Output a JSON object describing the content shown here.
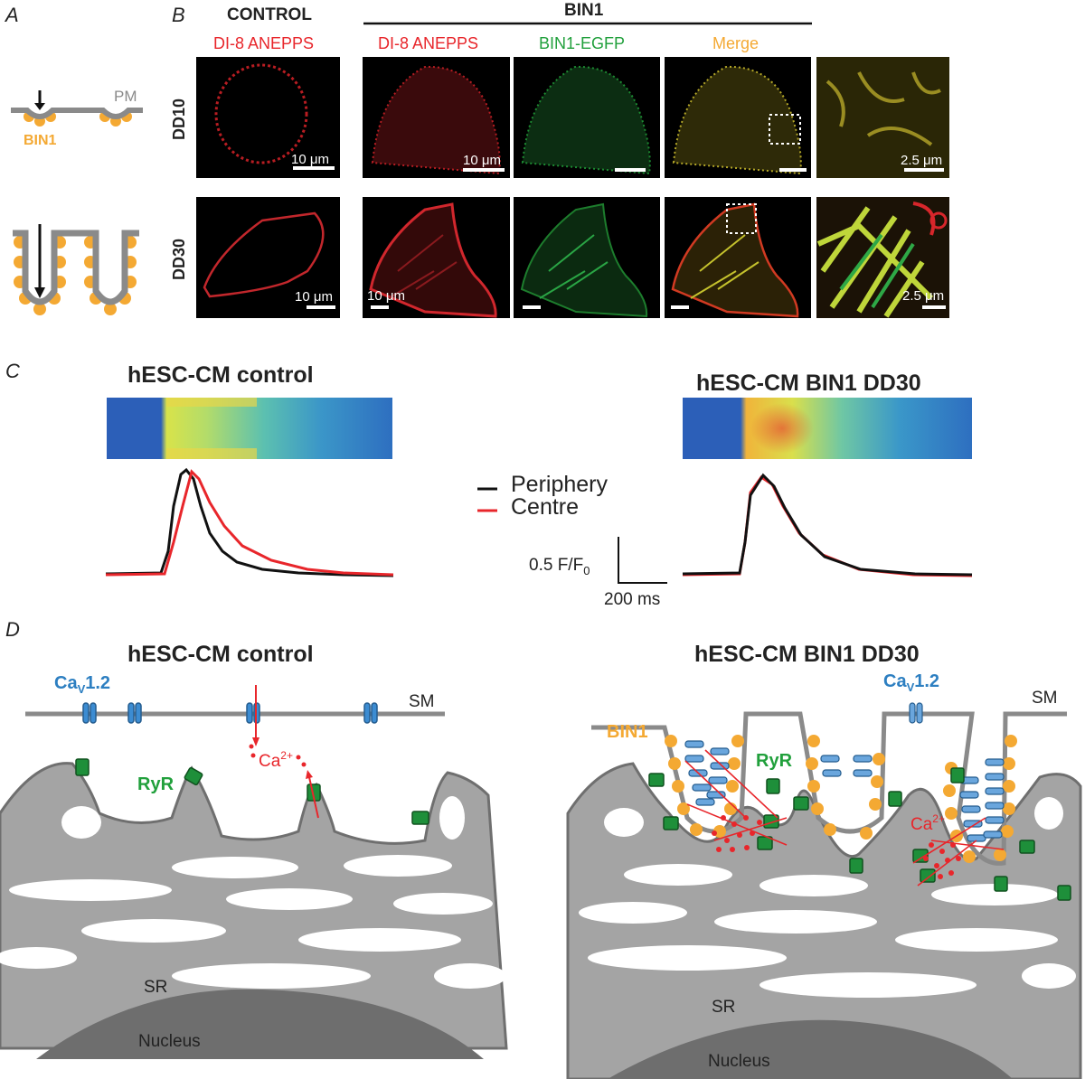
{
  "panels": {
    "a": "A",
    "b": "B",
    "c": "C",
    "d": "D"
  },
  "panel_a": {
    "pm": "PM",
    "bin1": "BIN1"
  },
  "panel_b": {
    "control_header": "CONTROL",
    "bin1_header": "BIN1",
    "col_control": "DI-8 ANEPPS",
    "col_di8": "DI-8 ANEPPS",
    "col_egfp": "BIN1-EGFP",
    "col_merge": "Merge",
    "row_dd10": "DD10",
    "row_dd30": "DD30",
    "scale_10": "10 μm",
    "scale_25": "2.5 μm"
  },
  "panel_c": {
    "title_left": "hESC-CM control",
    "title_right": "hESC-CM BIN1 DD30",
    "legend_periphery": "Periphery",
    "legend_centre": "Centre",
    "scale_y": "0.5 F/F",
    "scale_y_sub": "0",
    "scale_x": "200 ms"
  },
  "panel_d": {
    "title_left": "hESC-CM control",
    "title_right": "hESC-CM BIN1 DD30",
    "cav": "Ca",
    "cav_sub": "V",
    "cav_suffix": "1.2",
    "sm": "SM",
    "ryr": "RyR",
    "ca": "Ca",
    "ca_sup": "2+",
    "bin1": "BIN1",
    "sr": "SR",
    "nucleus": "Nucleus"
  },
  "colors": {
    "red": "#e8262b",
    "green": "#21a03c",
    "orange": "#f4a933",
    "blue": "#2d7fc1",
    "gray": "#8a8a8a"
  }
}
